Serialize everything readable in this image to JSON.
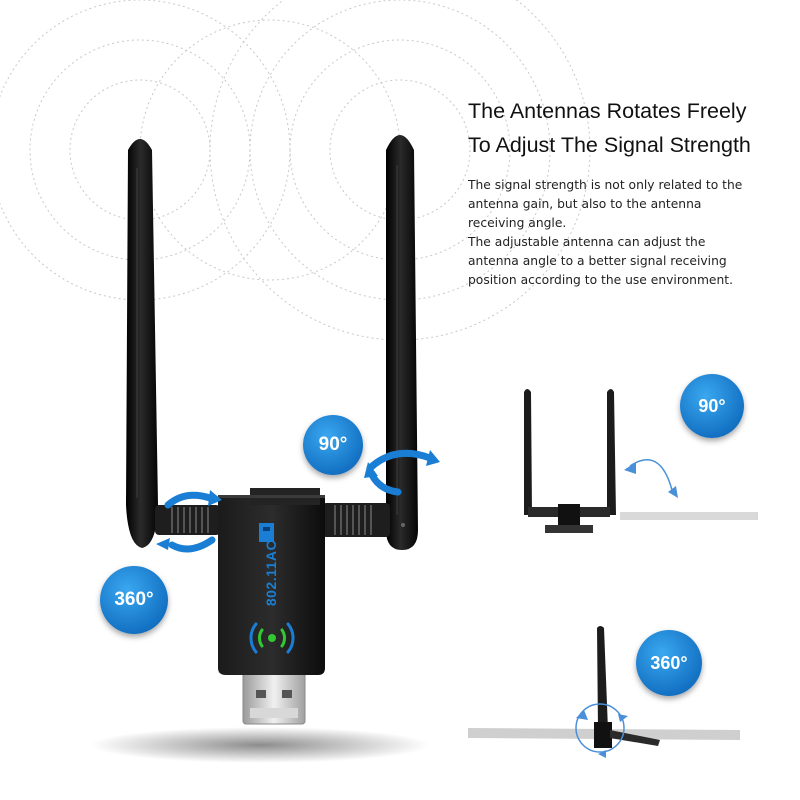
{
  "headline": {
    "line1": "The Antennas Rotates Freely",
    "line2": "To Adjust The Signal Strength"
  },
  "description": {
    "line1": "The signal strength is not only related to the",
    "line2": "antenna gain, but also to the antenna",
    "line3": "receiving angle.",
    "line4": "The adjustable antenna can adjust the",
    "line5": "antenna angle to a better signal receiving",
    "line6": "position according to the use environment."
  },
  "badges": {
    "main_rotation": "90°",
    "main_swivel": "360°",
    "side_rotation": "90°",
    "side_swivel": "360°"
  },
  "device": {
    "label": "802.11AC"
  },
  "colors": {
    "accent_blue": "#1a7fd4",
    "device_black": "#111111",
    "signal_green": "#32c832"
  }
}
